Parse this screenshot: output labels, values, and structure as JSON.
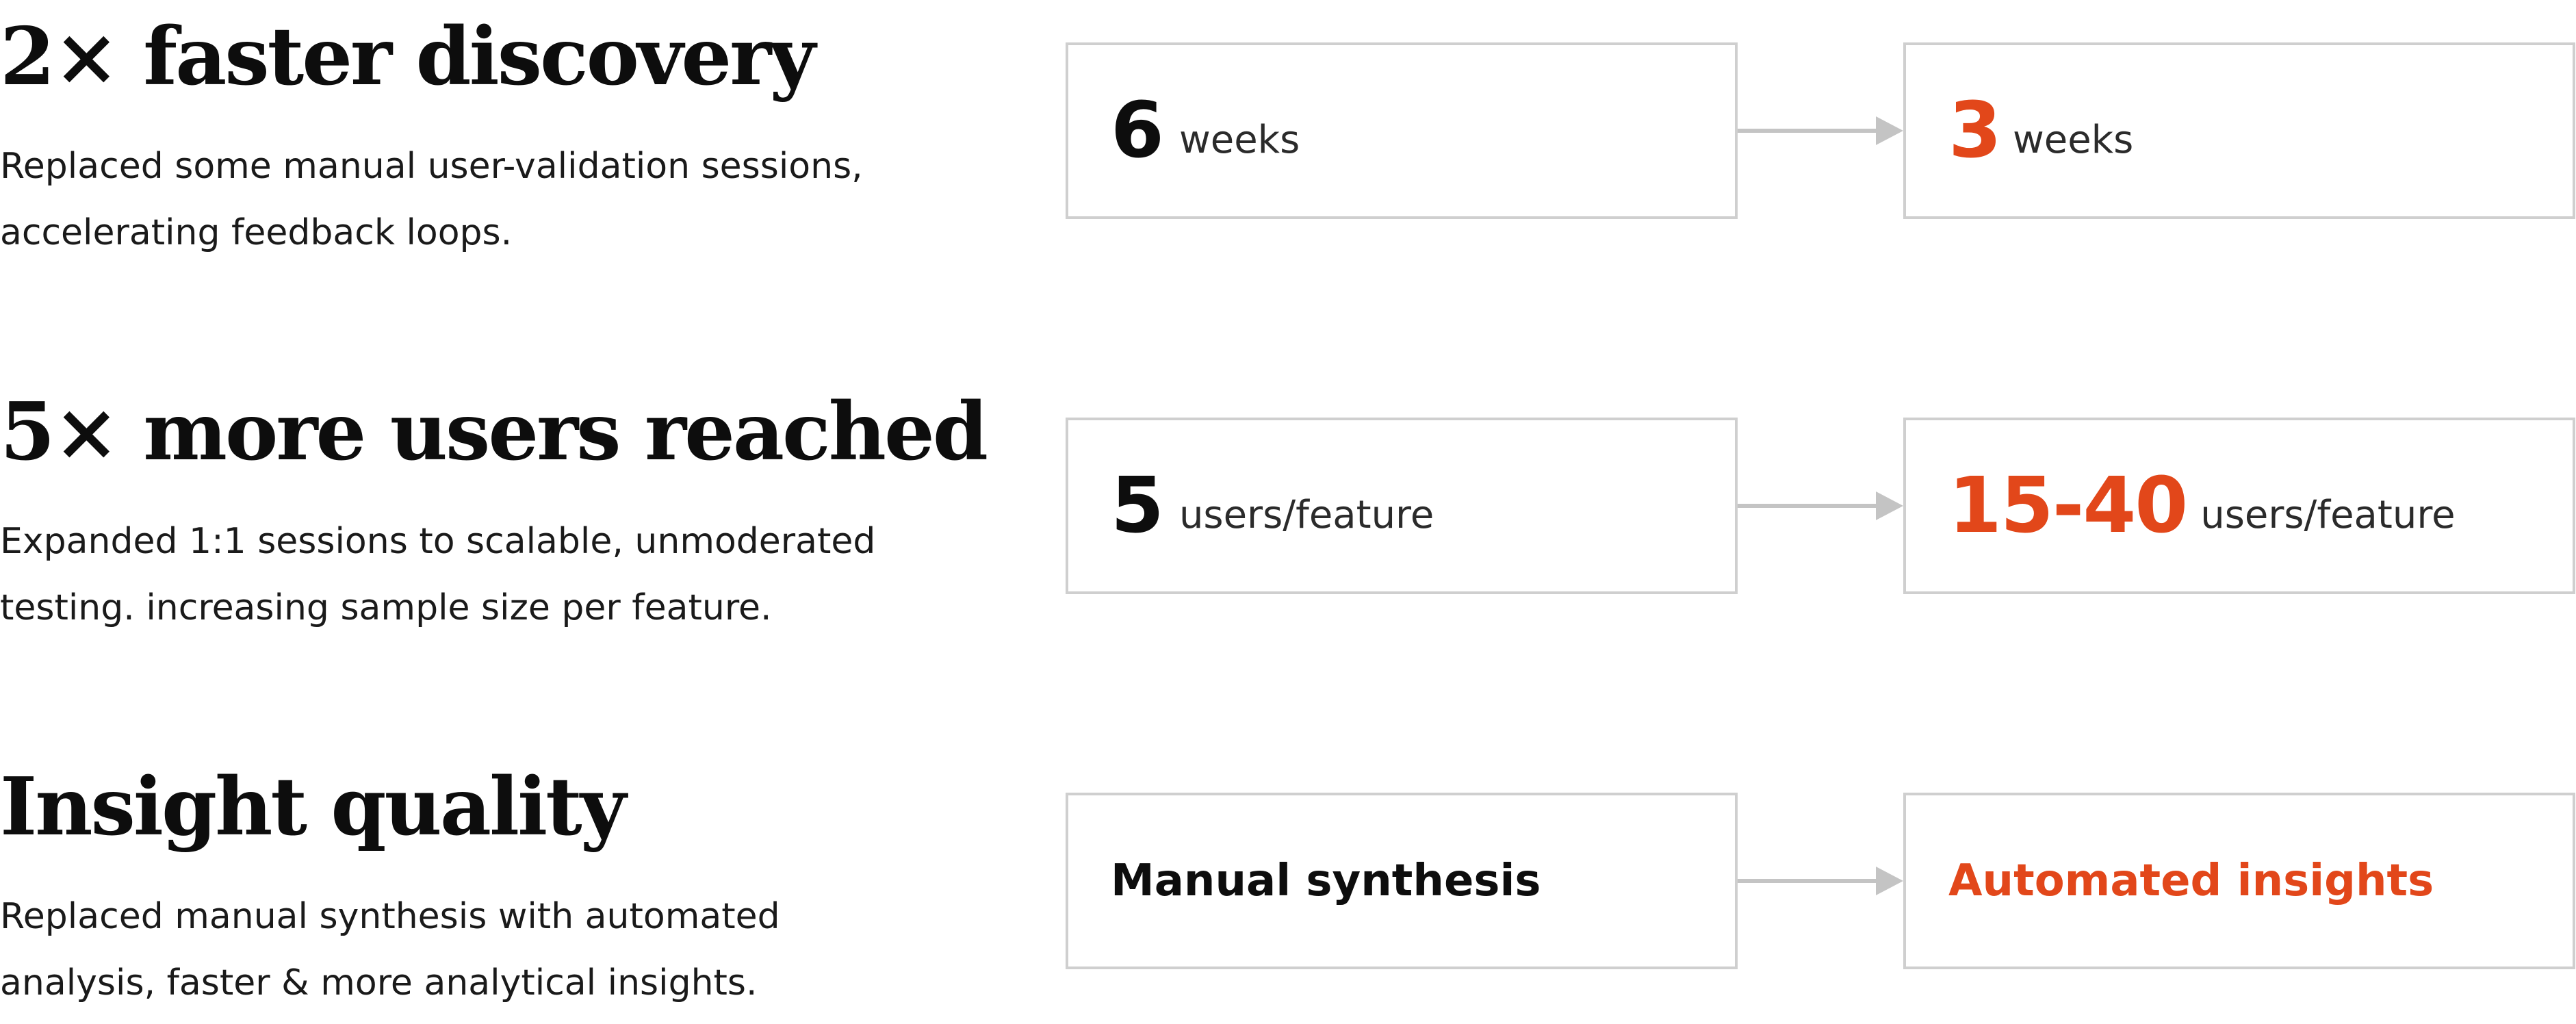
{
  "rows": [
    {
      "heading": "2× faster discovery",
      "description": [
        "Replaced some manual user-validation sessions,",
        "accelerating feedback loops."
      ],
      "before": {
        "value": "6",
        "unit": "weeks"
      },
      "after": {
        "value": "3",
        "unit": "weeks"
      }
    },
    {
      "heading": "5× more users reached",
      "description": [
        "Expanded 1:1 sessions to scalable, unmoderated",
        "testing. increasing sample size per feature."
      ],
      "before": {
        "value": "5",
        "unit": "users/feature"
      },
      "after": {
        "value": "15-40",
        "unit": "users/feature"
      }
    },
    {
      "heading": "Insight quality",
      "description": [
        "Replaced manual synthesis with automated",
        "analysis, faster & more analytical insights."
      ],
      "before": {
        "label": "Manual synthesis"
      },
      "after": {
        "label": "Automated insights"
      }
    }
  ],
  "colors": {
    "accent": "#e2471a",
    "text": "#0d0d0d",
    "border": "#cfcfcf",
    "arrow": "#c4c4c4"
  },
  "icons": {
    "arrow": "arrow-right-icon"
  }
}
